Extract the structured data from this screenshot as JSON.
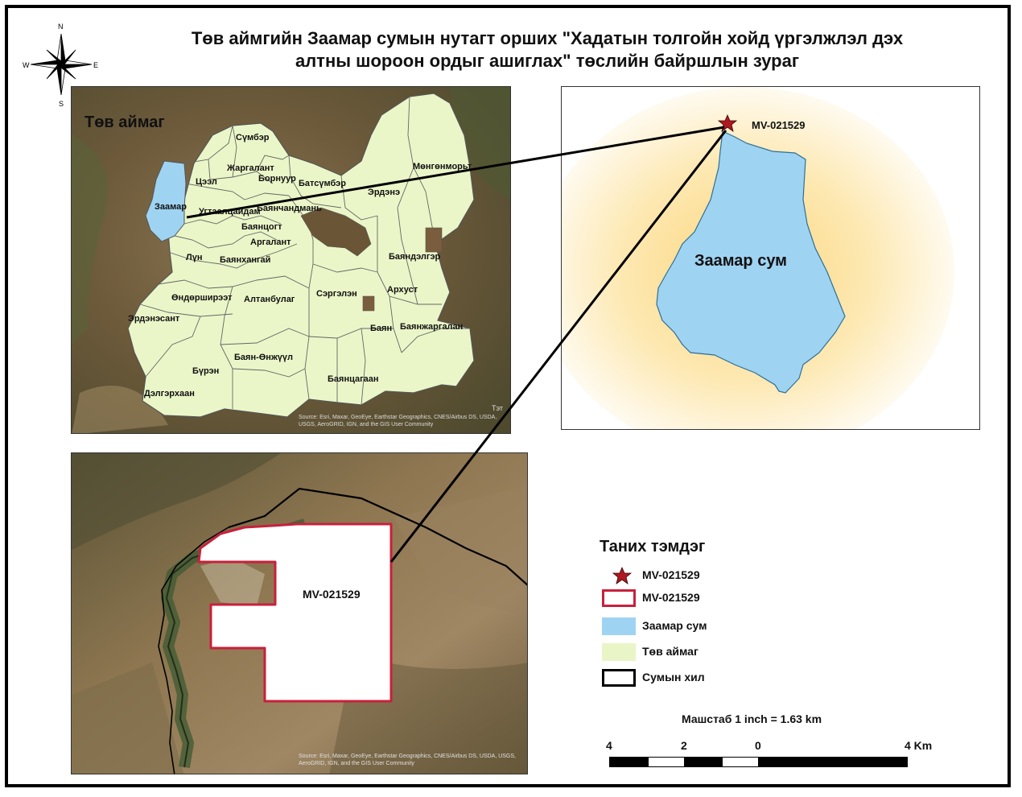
{
  "title": {
    "line1": "Төв аймгийн Заамар сумын нутагт орших \"Хадатын толгойн хойд үргэлжлэл дэх",
    "line2": "алтны шороон ордыг ашиглах\" төслийн байршлын зураг"
  },
  "compass": {
    "n": "N",
    "s": "S",
    "e": "E",
    "w": "W"
  },
  "overview": {
    "aimag_label": "Төв аймаг",
    "soums": [
      "Сүмбэр",
      "Жаргалант",
      "Цээл",
      "Борнуур",
      "Батсүмбэр",
      "Мөнгөнморьт",
      "Эрдэнэ",
      "Заамар",
      "Угтаалцайдам",
      "Баянчандмань",
      "Баянцогт",
      "Аргалант",
      "Лүн",
      "Баянхангай",
      "Баяндэлгэр",
      "Өндөрширээт",
      "Алтанбулаг",
      "Сэргэлэн",
      "Архуст",
      "Эрдэнэсант",
      "Баян",
      "Баянжаргалан",
      "Баян-Өнжүүл",
      "Бүрэн",
      "Баянцагаан",
      "Дэлгэрхаан"
    ],
    "corner_label": "Тэт",
    "attribution": "Source: Esri, Maxar, GeoEye, Earthstar Geographics, CNES/Airbus DS, USDA, USGS, AeroGRID, IGN, and the GIS User Community"
  },
  "inset": {
    "point_label": "MV-021529",
    "soum_label": "Заамар сум"
  },
  "detail": {
    "parcel_label": "MV-021529",
    "attribution": "Source: Esri, Maxar, GeoEye, Earthstar Geographics, CNES/Airbus DS, USDA, USGS, AeroGRID, IGN, and the GIS User Community"
  },
  "legend": {
    "title": "Таних тэмдэг",
    "items": [
      {
        "symbol": "star",
        "label": "MV-021529",
        "color": "#b01820"
      },
      {
        "symbol": "outline",
        "label": "MV-021529",
        "color": "#c8203c"
      },
      {
        "symbol": "fill",
        "label": "Заамар сум",
        "color": "#9fd3f2"
      },
      {
        "symbol": "fill",
        "label": "Төв аймаг",
        "color": "#e9f5c6"
      },
      {
        "symbol": "line",
        "label": "Сумын хил",
        "color": "#000000"
      }
    ]
  },
  "scale": {
    "text": "Машстаб  1 inch = 1.63 km",
    "ticks": [
      "4",
      "2",
      "0",
      "4 Km"
    ]
  },
  "colors": {
    "aimag_fill": "#eaf6c8",
    "zaamar_fill": "#9fd3f2",
    "parcel_border": "#c8203c",
    "star": "#b01820",
    "imagery": "#6f5a3c"
  }
}
